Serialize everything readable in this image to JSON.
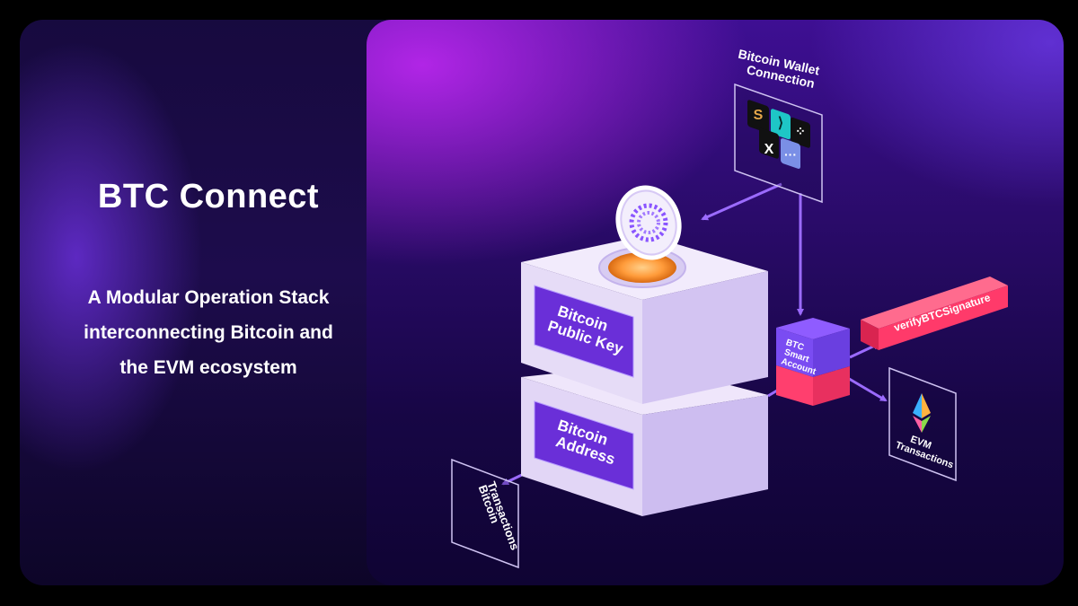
{
  "heading": {
    "title": "BTC Connect",
    "subtitle_lines": [
      "A Modular Operation Stack",
      "interconnecting Bitcoin and",
      "the EVM ecosystem"
    ]
  },
  "diagram": {
    "wallet_connection": {
      "line1": "Bitcoin Wallet",
      "line2": "Connection"
    },
    "wallet_icons": [
      "unisat-icon",
      "bitget-icon",
      "okx-icon",
      "xverse-icon",
      "more-icon"
    ],
    "public_key_block": {
      "line1": "Bitcoin",
      "line2": "Public Key"
    },
    "address_block": {
      "line1": "Bitcoin",
      "line2": "Address"
    },
    "bitcoin_transactions": {
      "line1": "Bitcoin",
      "line2": "Transactions"
    },
    "smart_account": {
      "line1": "BTC",
      "line2": "Smart",
      "line3": "Account"
    },
    "verify_bar": "verifyBTCSignature",
    "evm_transactions": {
      "line1": "EVM",
      "line2": "Transactions"
    },
    "colors": {
      "arrow": "#9b6bff",
      "block_top": "#e8def8",
      "label_fill": "#6a2fd8",
      "verify_bar": "#ff3a6a",
      "smart_account_top": "#8f5cff",
      "smart_account_bottom": "#ff3f6e"
    }
  }
}
